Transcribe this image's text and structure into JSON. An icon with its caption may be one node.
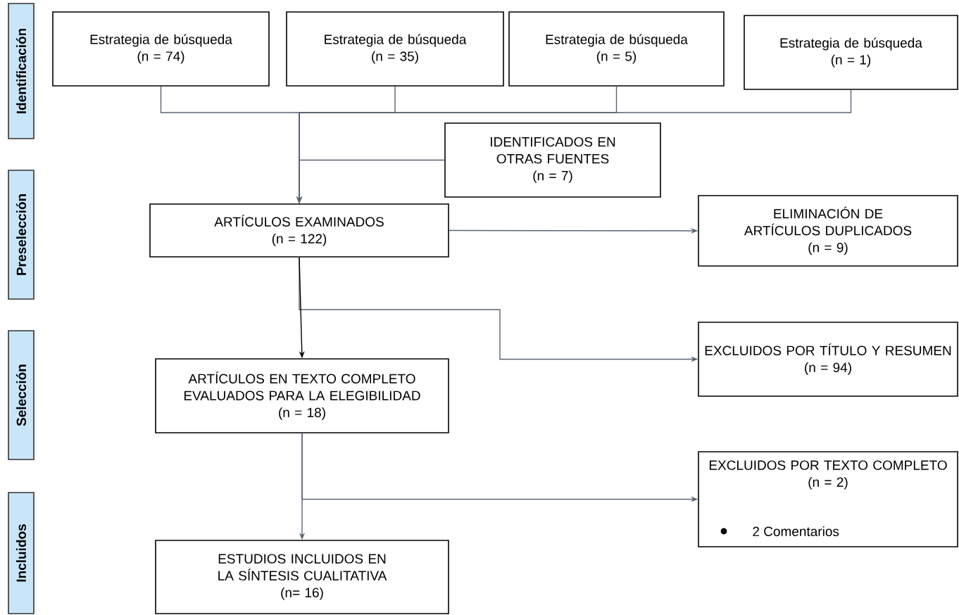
{
  "diagram": {
    "nodes": [
      {
        "text": [
          "Identificación"
        ]
      },
      {
        "text": [
          "Estrategia de búsqueda",
          "(n = 74)"
        ]
      },
      {
        "text": [
          "Estrategia de búsqueda",
          "(n = 35)"
        ]
      },
      {
        "text": [
          "Estrategia de búsqueda",
          "(n = 5)"
        ]
      },
      {
        "text": [
          "Estrategia de búsqueda",
          "(n = 1)"
        ]
      },
      {
        "text": [
          "IDENTIFICADOS EN OTRAS FUENTES",
          "(n = 7)"
        ]
      },
      {
        "text": [
          "Preselección"
        ]
      },
      {
        "text": [
          "ARTÍCULOS EXAMINADOS",
          "(n = 122)"
        ]
      },
      {
        "text": [
          "ELIMINACIÓN DE ARTÍCULOS DUPLICADOS",
          "(n = 9)"
        ]
      },
      {
        "text": [
          "Selección"
        ]
      },
      {
        "text": [
          "EXCLUIDOS POR TÍTULO Y RESUMEN",
          "(n =  94)"
        ]
      },
      {
        "text": [
          "ARTÍCULOS EN TEXTO COMPLETO EVALUADOS PARA LA ELEGIBILIDAD",
          "(n = 18)"
        ]
      },
      {
        "text": [
          "EXCLUIDOS POR TEXTO COMPLETO",
          "(n = 2)",
          "2 Comentarios"
        ]
      },
      {
        "text": [
          "Incluidos"
        ]
      },
      {
        "text": [
          "ESTUDIOS INCLUIDOS EN LA SÍNTESIS CUALITATIVA",
          "(n=  16)"
        ]
      }
    ],
    "edges": [
      {
        "from": 1,
        "to": 7,
        "arrow": "to"
      },
      {
        "from": 2,
        "to": 7,
        "arrow": "to"
      },
      {
        "from": 3,
        "to": 7,
        "arrow": "to"
      },
      {
        "from": 4,
        "to": 7,
        "arrow": "to"
      },
      {
        "from": 5,
        "to": 7,
        "arrow": "to"
      },
      {
        "from": 7,
        "to": 8,
        "arrow": "to"
      },
      {
        "from": 7,
        "to": 10,
        "arrow": "to"
      },
      {
        "from": 7,
        "to": 11,
        "arrow": "to",
        "color": "#000000"
      },
      {
        "from": 11,
        "to": 12,
        "arrow": "to"
      },
      {
        "from": 11,
        "to": 14,
        "arrow": "to"
      }
    ]
  }
}
